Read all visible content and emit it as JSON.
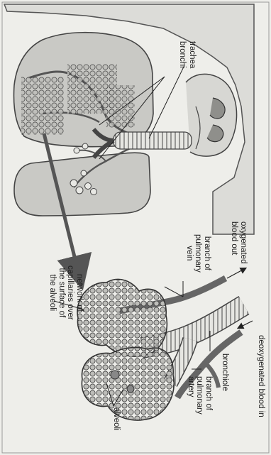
{
  "labels": {
    "trachea": "trachea",
    "bronchi": "bronchi",
    "oxygenated_blood_out": "oxygenated\nblood out",
    "branch_pulmonary_vein": "branch of\npulmonary\nvein",
    "deoxygenated_blood_in": "deoxygenated blood in",
    "bronchiole": "bronchiole",
    "branch_pulmonary_artery": "branch of\npulmonary\nartery",
    "capillary_network": "network of\ncapillaries over\nthe surface of\nthe alveoli",
    "alveoli": "alveoli"
  },
  "colors": {
    "background": "#eeeeea",
    "lung_fill": "#c9c9c5",
    "body_fill": "#dcdcd8",
    "line": "#333333",
    "arrow": "#555555"
  }
}
